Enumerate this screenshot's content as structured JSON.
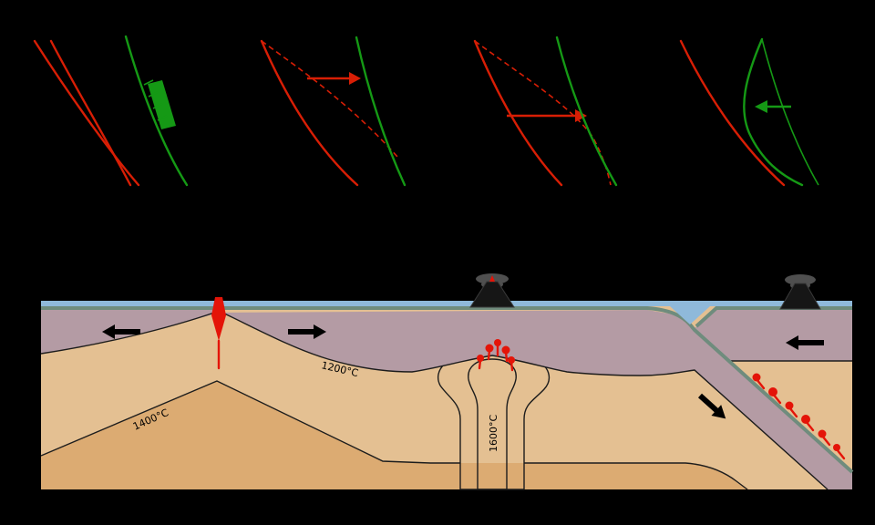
{
  "diagram": {
    "isotherm_labels": {
      "t1200": "1200°C",
      "t1400": "1400°C",
      "t1600": "1600°C"
    }
  },
  "colors": {
    "background": "#000000",
    "ocean": "#8fb9da",
    "crust": "#6f8c7d",
    "lithosphere": "#b49ba4",
    "tan_light": "#e4c092",
    "tan_mid": "#dcab72",
    "plume_head": "#ecd79b",
    "plume_core": "#f9f6a0",
    "magma_red": "#e41408",
    "curve_red": "#d81e05",
    "curve_green": "#159915",
    "contour": "#1c1c1c",
    "ink": "#000000",
    "volcano": "#161616",
    "cloud": "#4f4f4f"
  }
}
